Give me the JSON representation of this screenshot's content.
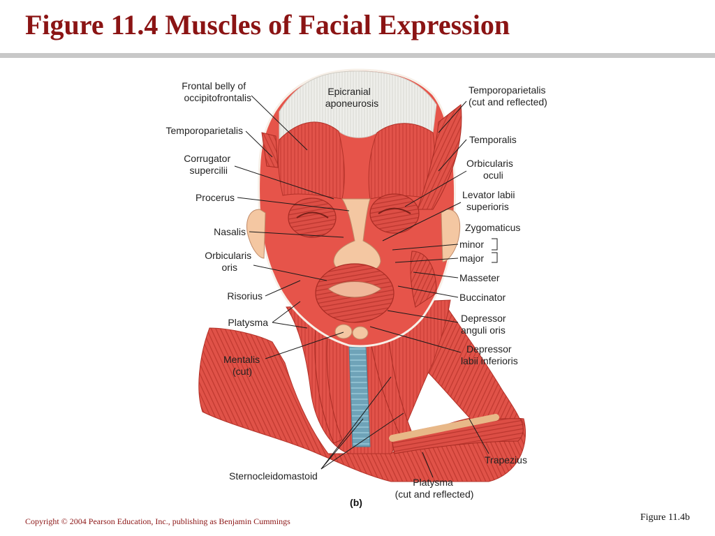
{
  "slide": {
    "title": "Figure 11.4  Muscles of Facial Expression",
    "copyright": "Copyright © 2004 Pearson Education, Inc., publishing as Benjamin Cummings",
    "figure_ref": "Figure 11.4b"
  },
  "figure": {
    "panel_letter": "(b)",
    "labels": {
      "frontal_belly": [
        "Frontal belly of",
        "occipitofrontalis"
      ],
      "epicranial": [
        "Epicranial",
        "aponeurosis"
      ],
      "temporoparietalis_cut": [
        "Temporoparietalis",
        "(cut and reflected)"
      ],
      "temporoparietalis": [
        "Temporoparietalis"
      ],
      "temporalis": [
        "Temporalis"
      ],
      "corrugator": [
        "Corrugator",
        "supercilii"
      ],
      "orbicularis_oculi": [
        "Orbicularis",
        "oculi"
      ],
      "procerus": [
        "Procerus"
      ],
      "levator_labii": [
        "Levator labii",
        "superioris"
      ],
      "nasalis": [
        "Nasalis"
      ],
      "zygomaticus": [
        "Zygomaticus"
      ],
      "zyg_minor": [
        "minor"
      ],
      "zyg_major": [
        "major"
      ],
      "orbicularis_oris": [
        "Orbicularis",
        "oris"
      ],
      "masseter": [
        "Masseter"
      ],
      "risorius": [
        "Risorius"
      ],
      "buccinator": [
        "Buccinator"
      ],
      "platysma": [
        "Platysma"
      ],
      "depressor_anguli": [
        "Depressor",
        "anguli oris"
      ],
      "depressor_labii": [
        "Depressor",
        "labii inferioris"
      ],
      "mentalis": [
        "Mentalis",
        "(cut)"
      ],
      "trapezius": [
        "Trapezius"
      ],
      "sternocleidomastoid": [
        "Sternocleidomastoid"
      ],
      "platysma_cut": [
        "Platysma",
        "(cut and reflected)"
      ]
    }
  }
}
